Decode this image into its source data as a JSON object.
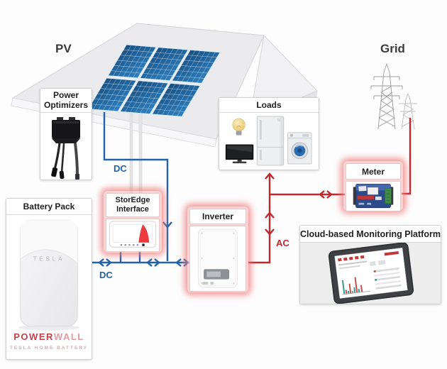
{
  "labels": {
    "pv": "PV",
    "grid": "Grid",
    "dc_top": "DC",
    "dc_bottom": "DC",
    "ac": "AC"
  },
  "boxes": {
    "power_optimizers": {
      "title": "Power Optimizers"
    },
    "loads": {
      "title": "Loads"
    },
    "meter": {
      "title": "Meter"
    },
    "storedge": {
      "title": "StorEdge Interface"
    },
    "inverter": {
      "title": "Inverter"
    },
    "battery": {
      "title": "Battery Pack",
      "device_brand": "TESLA",
      "brand_bold": "POWER",
      "brand_light": "WALL",
      "tagline": "TESLA HOME BATTERY"
    },
    "cloud": {
      "title": "Cloud-based Monitoring Platform"
    }
  },
  "icons": {
    "pv_area": [
      "solar-panel-array",
      "roof"
    ],
    "grid_area": [
      "transmission-tower-large",
      "transmission-tower-small"
    ],
    "loads": [
      "light-bulb",
      "television",
      "refrigerator",
      "washing-machine"
    ],
    "devices": [
      "power-optimizer",
      "storedge-interface-unit",
      "solaredge-inverter",
      "energy-meter",
      "tesla-powerwall",
      "monitoring-tablet"
    ]
  },
  "colors": {
    "dc_line": "#2263aa",
    "ac_line": "#c1272d",
    "glow": "#ed7474",
    "panel_blue": "#1d6099"
  }
}
